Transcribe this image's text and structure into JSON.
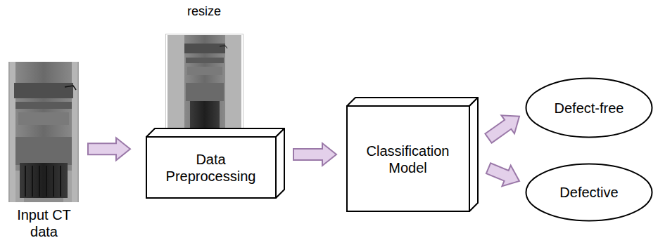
{
  "diagram": {
    "nodes": [
      {
        "text": [
          "Input CT data"
        ]
      },
      {
        "text": [
          "Data Preprocessing"
        ]
      },
      {
        "text": [
          "Classification Model"
        ]
      },
      {
        "text": [
          "Defect-free"
        ]
      },
      {
        "text": [
          "Defective"
        ]
      }
    ],
    "edges": [
      {
        "from": 0,
        "to": 1,
        "arrow": "to"
      },
      {
        "from": 1,
        "to": 2,
        "arrow": "to"
      },
      {
        "from": 2,
        "to": 3,
        "arrow": "to"
      },
      {
        "from": 2,
        "to": 4,
        "arrow": "to"
      }
    ],
    "labels": [
      "resize"
    ]
  }
}
